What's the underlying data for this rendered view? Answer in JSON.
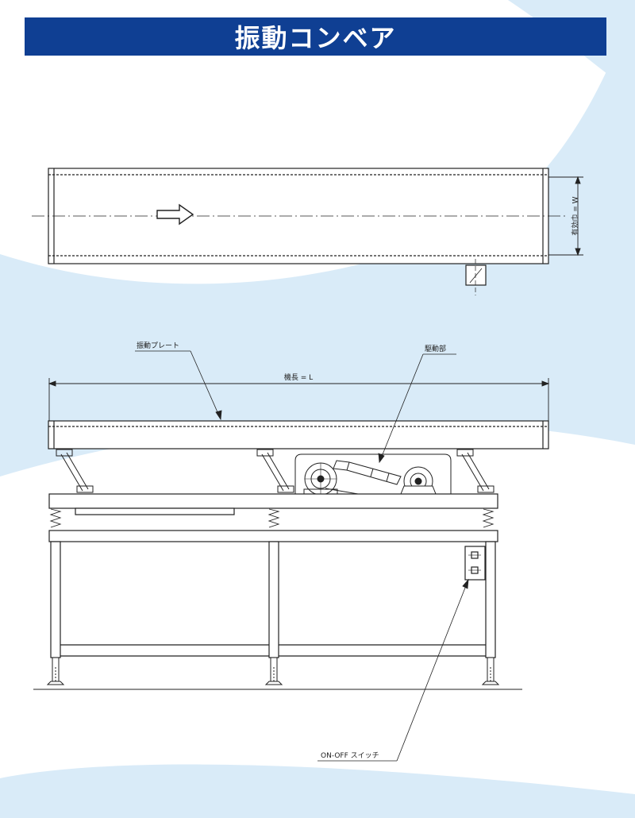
{
  "page": {
    "title": "振動コンベア"
  },
  "colors": {
    "title_bar": "#0f3f93",
    "title_text": "#ffffff",
    "swoosh": "#d9ebf8",
    "line": "#222222"
  },
  "top_view": {
    "width_label": "有効巾 = W",
    "direction_icon": "arrow-right-icon"
  },
  "side_view": {
    "length_label": "機長 = L",
    "plate_label": "振動プレート",
    "drive_label": "駆動部",
    "switch_label": "ON-OFF スイッチ"
  }
}
